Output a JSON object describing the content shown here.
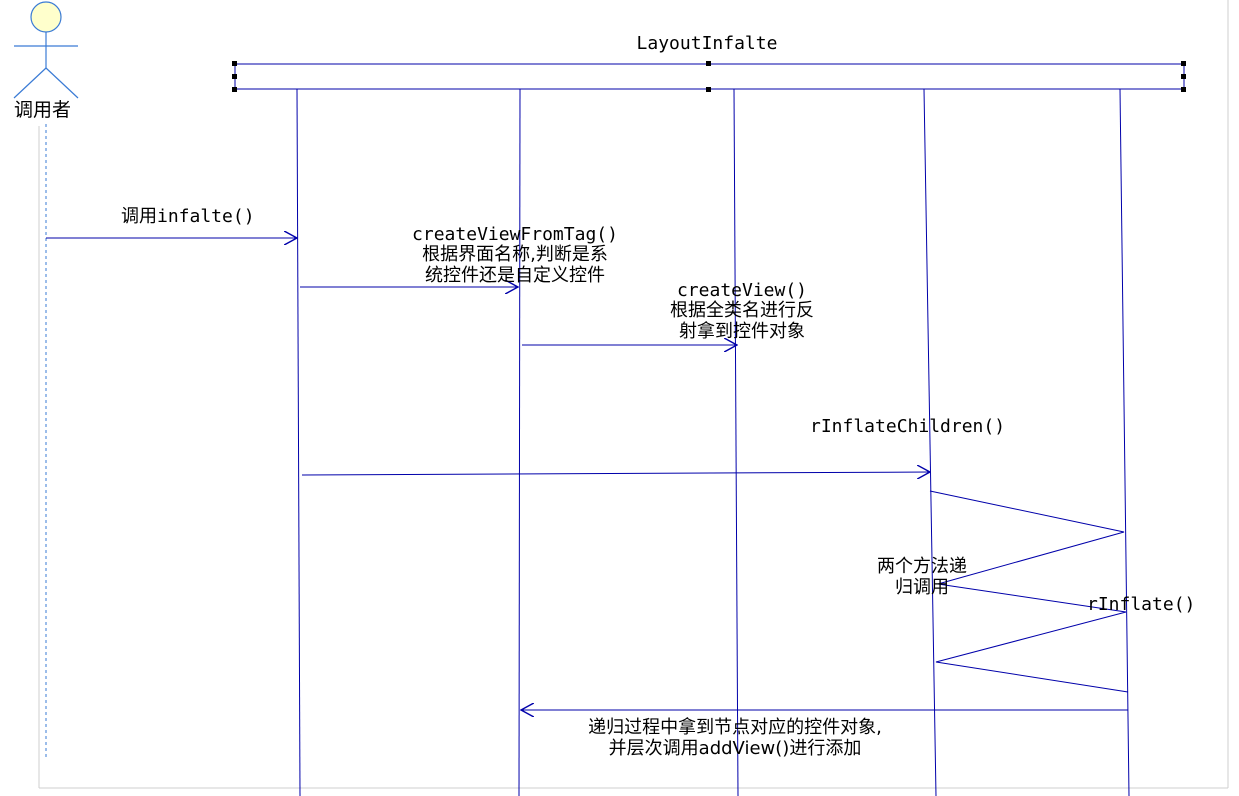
{
  "diagram": {
    "actor": {
      "name": "调用者"
    },
    "participant": {
      "name": "LayoutInfalte"
    },
    "messages": [
      {
        "id": "m1",
        "lines": [
          "调用infalte()"
        ]
      },
      {
        "id": "m2",
        "lines": [
          "createViewFromTag()",
          "根据界面名称,判断是系",
          "统控件还是自定义控件"
        ]
      },
      {
        "id": "m3",
        "lines": [
          "createView()",
          "根据全类名进行反",
          "射拿到控件对象"
        ]
      },
      {
        "id": "m4",
        "lines": [
          "rInflateChildren()"
        ]
      },
      {
        "id": "m5",
        "lines": [
          "两个方法递",
          "归调用"
        ]
      },
      {
        "id": "m6",
        "lines": [
          "rInflate()"
        ]
      },
      {
        "id": "m7",
        "lines": [
          "递归过程中拿到节点对应的控件对象,",
          "并层次调用addView()进行添加"
        ]
      }
    ],
    "colors": {
      "line": "#0000aa",
      "actor_fill": "#ffffcc",
      "actor_stroke": "#3a7bd5",
      "frame": "#cfcfcf"
    }
  }
}
